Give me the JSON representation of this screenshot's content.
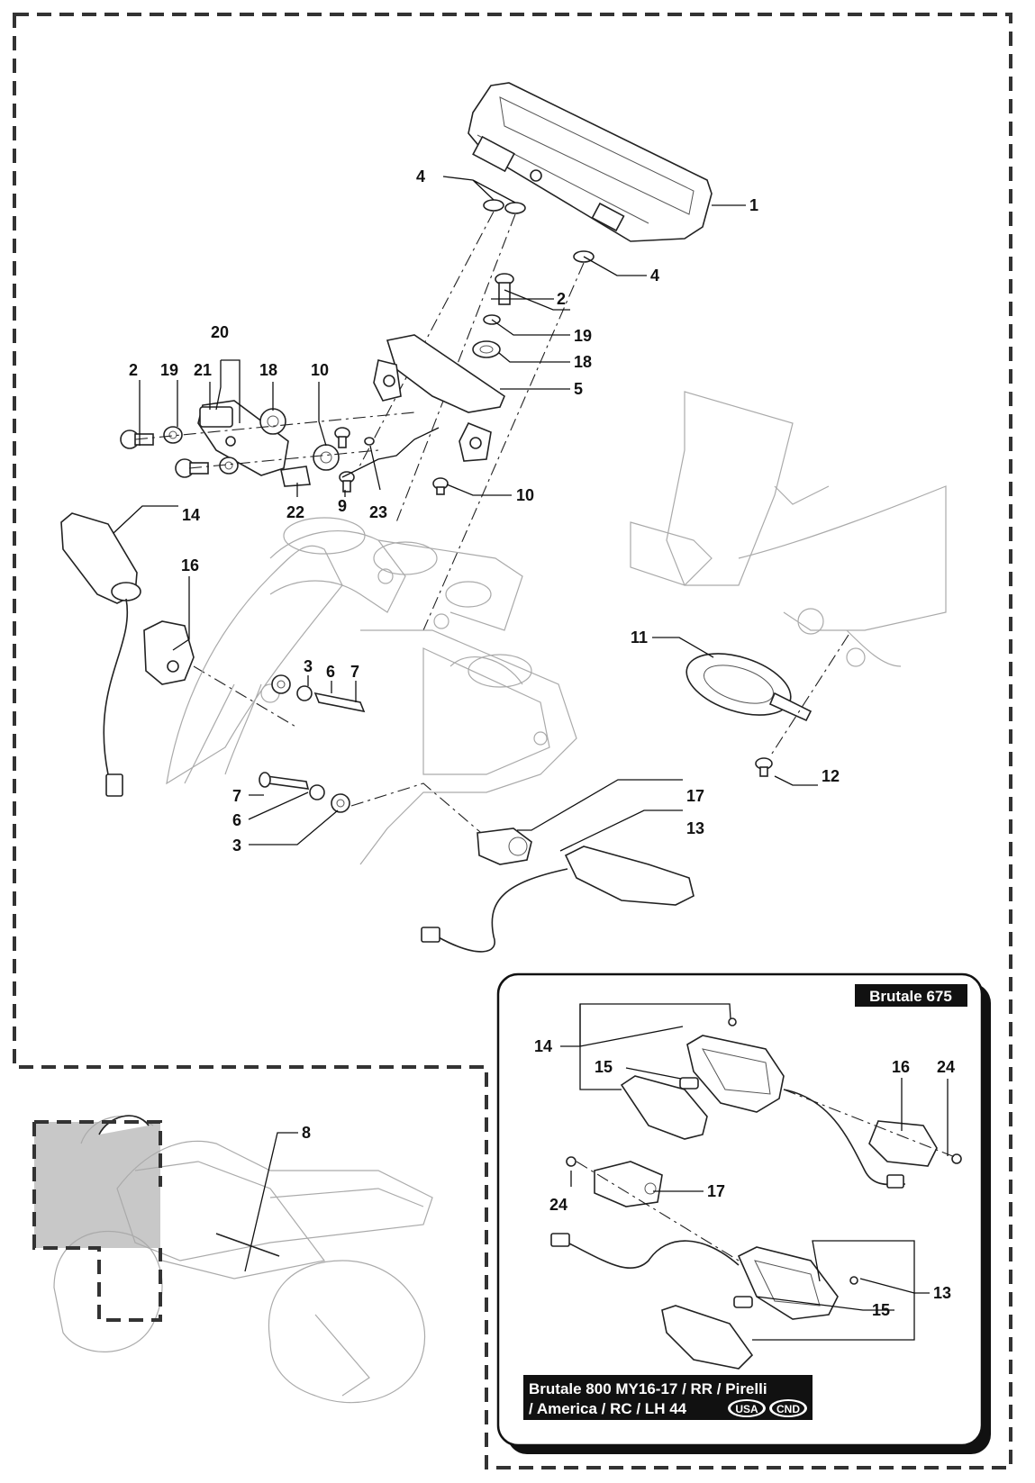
{
  "callouts": [
    {
      "id": "c1",
      "text": "1"
    },
    {
      "id": "c2a",
      "text": "2"
    },
    {
      "id": "c2b",
      "text": "2"
    },
    {
      "id": "c3a",
      "text": "3"
    },
    {
      "id": "c3b",
      "text": "3"
    },
    {
      "id": "c4a",
      "text": "4"
    },
    {
      "id": "c4b",
      "text": "4"
    },
    {
      "id": "c5",
      "text": "5"
    },
    {
      "id": "c6a",
      "text": "6"
    },
    {
      "id": "c6b",
      "text": "6"
    },
    {
      "id": "c7a",
      "text": "7"
    },
    {
      "id": "c7b",
      "text": "7"
    },
    {
      "id": "c8",
      "text": "8"
    },
    {
      "id": "c9",
      "text": "9"
    },
    {
      "id": "c10a",
      "text": "10"
    },
    {
      "id": "c10b",
      "text": "10"
    },
    {
      "id": "c11",
      "text": "11"
    },
    {
      "id": "c12",
      "text": "12"
    },
    {
      "id": "c13a",
      "text": "13"
    },
    {
      "id": "c13b",
      "text": "13"
    },
    {
      "id": "c14a",
      "text": "14"
    },
    {
      "id": "c14b",
      "text": "14"
    },
    {
      "id": "c15a",
      "text": "15"
    },
    {
      "id": "c15b",
      "text": "15"
    },
    {
      "id": "c16a",
      "text": "16"
    },
    {
      "id": "c16b",
      "text": "16"
    },
    {
      "id": "c17a",
      "text": "17"
    },
    {
      "id": "c17b",
      "text": "17"
    },
    {
      "id": "c18a",
      "text": "18"
    },
    {
      "id": "c18b",
      "text": "18"
    },
    {
      "id": "c19a",
      "text": "19"
    },
    {
      "id": "c19b",
      "text": "19"
    },
    {
      "id": "c20",
      "text": "20"
    },
    {
      "id": "c21",
      "text": "21"
    },
    {
      "id": "c22",
      "text": "22"
    },
    {
      "id": "c23",
      "text": "23"
    },
    {
      "id": "c24a",
      "text": "24"
    },
    {
      "id": "c24b",
      "text": "24"
    }
  ],
  "inset_box": {
    "title": "Brutale 675",
    "footer_line1": "Brutale 800 MY16-17 / RR / Pirelli",
    "footer_line2": "/ America / RC / LH 44",
    "badges": [
      "USA",
      "CND"
    ]
  }
}
